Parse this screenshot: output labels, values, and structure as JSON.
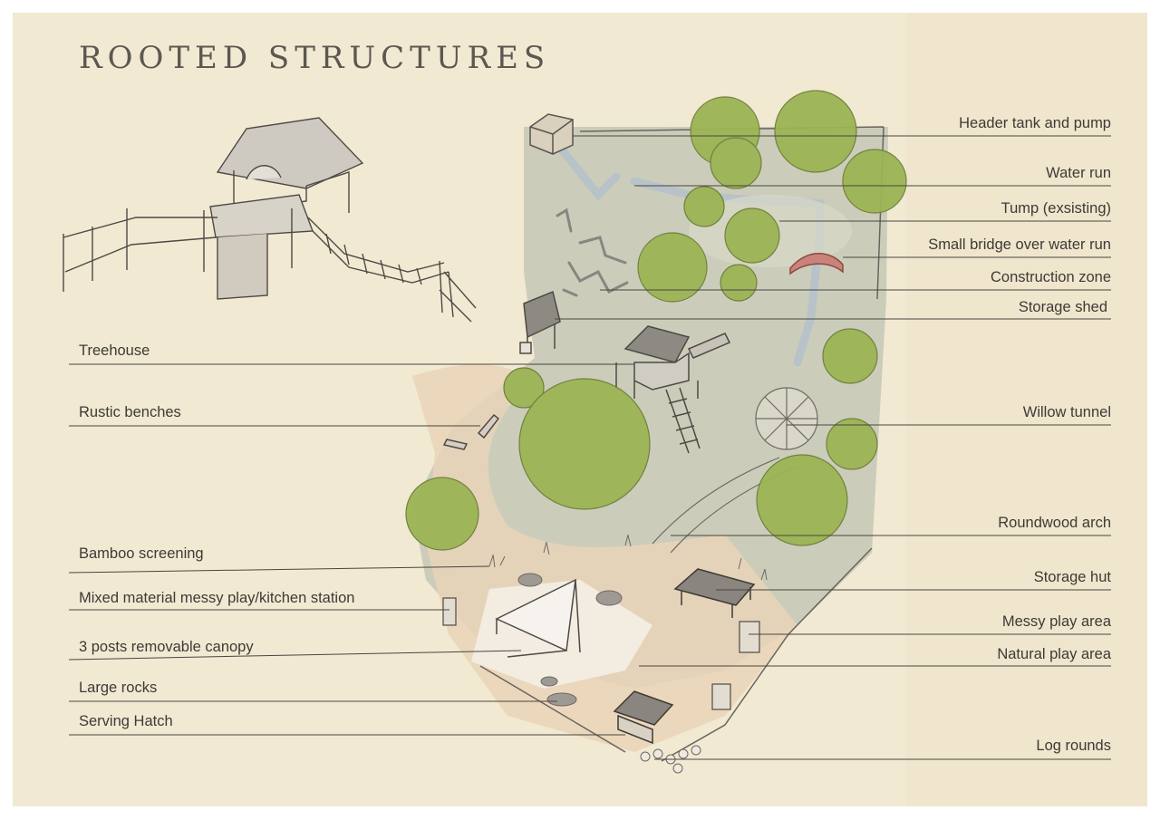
{
  "title": "ROOTED STRUCTURES",
  "colors": {
    "paper": "#f1e9d2",
    "grass": "#c6c9b6",
    "path": "#ead2b8",
    "tree": "#9db452",
    "ink": "#3e3a36"
  },
  "labels_right": [
    {
      "id": "header-tank-and-pump",
      "text": "Header tank and pump"
    },
    {
      "id": "water-run",
      "text": "Water run"
    },
    {
      "id": "tump-existing",
      "text": "Tump (exsisting)"
    },
    {
      "id": "small-bridge",
      "text": "Small bridge over water run"
    },
    {
      "id": "construction-zone",
      "text": "Construction zone"
    },
    {
      "id": "storage-shed",
      "text": "Storage shed"
    },
    {
      "id": "willow-tunnel",
      "text": "Willow tunnel"
    },
    {
      "id": "roundwood-arch",
      "text": "Roundwood arch"
    },
    {
      "id": "storage-hut",
      "text": "Storage hut"
    },
    {
      "id": "messy-play-area",
      "text": "Messy play area"
    },
    {
      "id": "natural-play-area",
      "text": "Natural play area"
    },
    {
      "id": "log-rounds",
      "text": "Log rounds"
    }
  ],
  "labels_left": [
    {
      "id": "treehouse",
      "text": "Treehouse"
    },
    {
      "id": "rustic-benches",
      "text": "Rustic benches"
    },
    {
      "id": "bamboo-screening",
      "text": "Bamboo screening"
    },
    {
      "id": "messy-play-kitchen",
      "text": "Mixed material messy play/kitchen station"
    },
    {
      "id": "removable-canopy",
      "text": "3 posts removable canopy"
    },
    {
      "id": "large-rocks",
      "text": "Large rocks"
    },
    {
      "id": "serving-hatch",
      "text": "Serving Hatch"
    }
  ]
}
